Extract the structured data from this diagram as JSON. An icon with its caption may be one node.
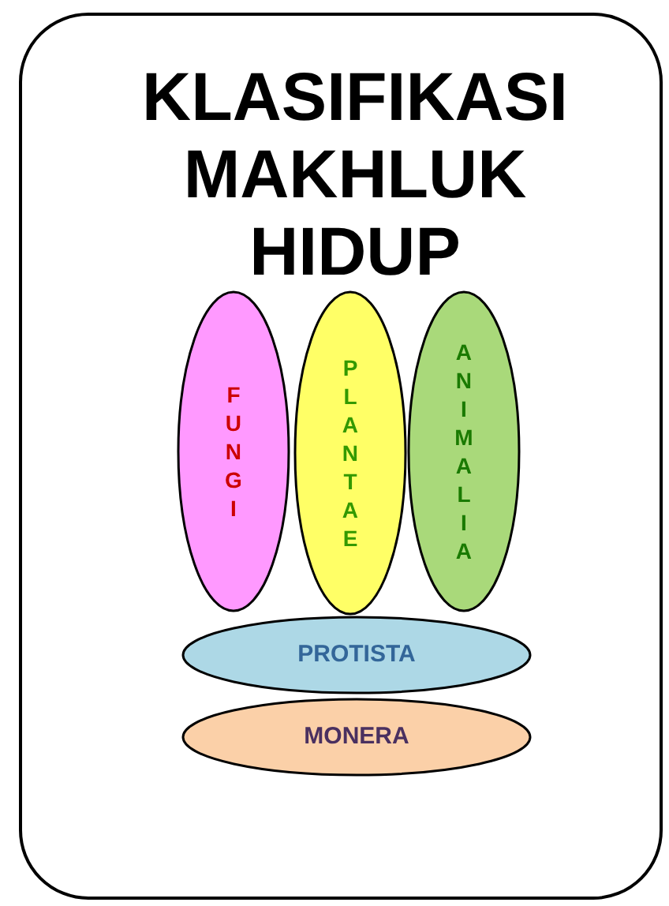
{
  "diagram": {
    "title": "KLASIFIKASI MAKHLUK HIDUP",
    "nodes": [
      {
        "text": [
          "FUNGI"
        ]
      },
      {
        "text": [
          "PLANTAE"
        ]
      },
      {
        "text": [
          "ANIMALIA"
        ]
      },
      {
        "text": [
          "PROTISTA"
        ]
      },
      {
        "text": [
          "MONERA"
        ]
      }
    ]
  }
}
